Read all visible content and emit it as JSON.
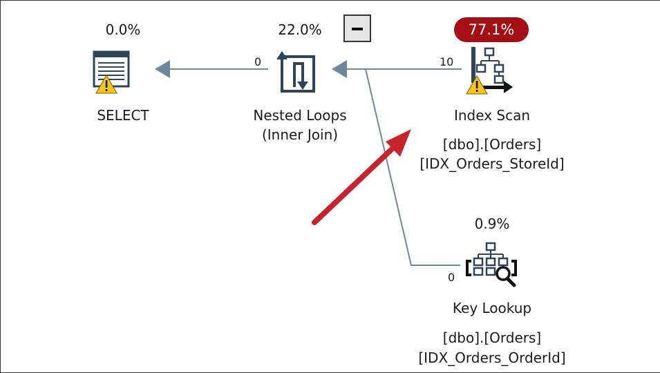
{
  "colors": {
    "connector": "#6f879c",
    "highlight_arrow": "#c8232c",
    "cost_badge": "#a50f14",
    "warning": "#f5c518",
    "icon_dark": "#2f4454"
  },
  "nodes": {
    "select": {
      "cost": "0.0%",
      "label": "SELECT",
      "icon": "select-icon",
      "warning": true
    },
    "nested_loops": {
      "cost": "22.0%",
      "label": "Nested Loops",
      "sublabel": "(Inner Join)",
      "icon": "nested-loops-icon"
    },
    "index_scan": {
      "cost": "77.1%",
      "label": "Index Scan",
      "object": "[dbo].[Orders]",
      "index": "[IDX_Orders_StoreId]",
      "icon": "index-scan-icon",
      "warning": true
    },
    "key_lookup": {
      "cost": "0.9%",
      "label": "Key Lookup",
      "object": "[dbo].[Orders]",
      "index": "[IDX_Orders_OrderId]",
      "icon": "key-lookup-icon"
    }
  },
  "edges": {
    "loops_to_select": "0",
    "scan_to_loops": "10",
    "lookup_to_loops": "0"
  },
  "collapse_button": {
    "icon": "minus-icon"
  }
}
